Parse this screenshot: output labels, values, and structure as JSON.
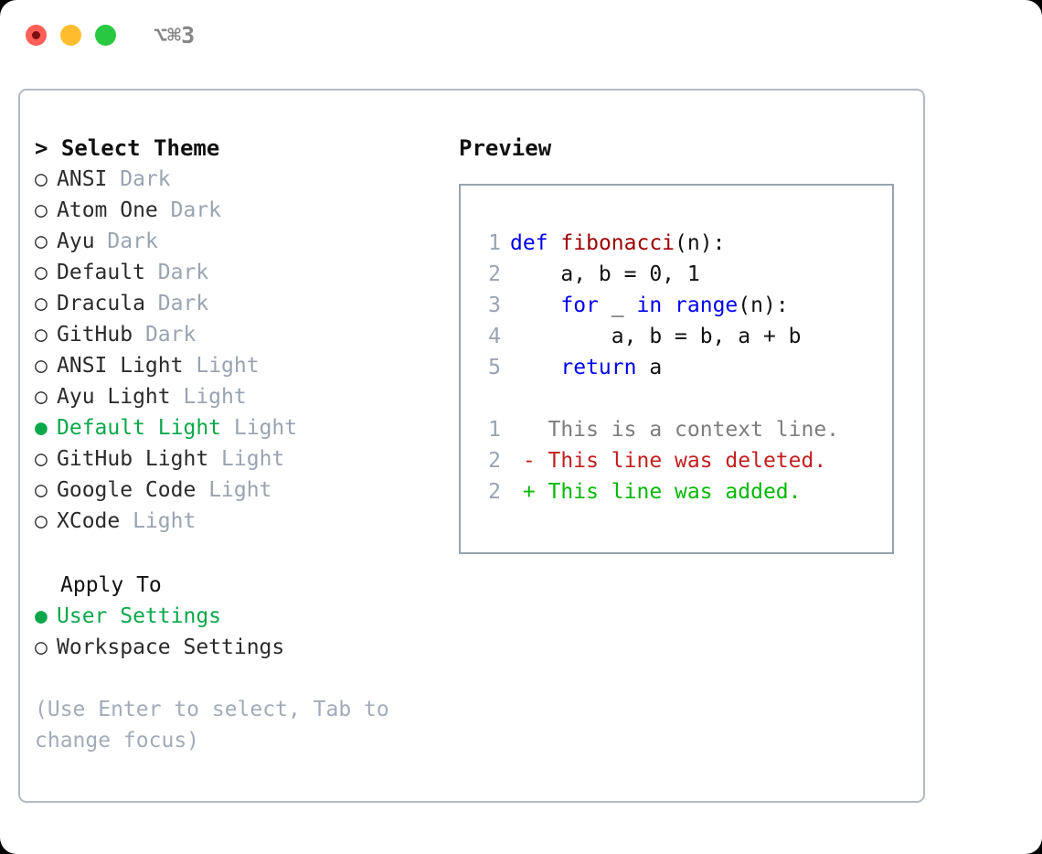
{
  "window": {
    "traffic_lights": [
      "close",
      "minimize",
      "zoom"
    ],
    "shortcut": "⌥⌘3"
  },
  "theme_picker": {
    "heading": "> Select Theme",
    "marker_selected": "●",
    "marker_unselected": "○",
    "items": [
      {
        "marker": "○",
        "label": "ANSI",
        "tag": "Dark",
        "selected": false
      },
      {
        "marker": "○",
        "label": "Atom One",
        "tag": "Dark",
        "selected": false
      },
      {
        "marker": "○",
        "label": "Ayu",
        "tag": "Dark",
        "selected": false
      },
      {
        "marker": "○",
        "label": "Default",
        "tag": "Dark",
        "selected": false
      },
      {
        "marker": "○",
        "label": "Dracula",
        "tag": "Dark",
        "selected": false
      },
      {
        "marker": "○",
        "label": "GitHub",
        "tag": "Dark",
        "selected": false
      },
      {
        "marker": "○",
        "label": "ANSI Light",
        "tag": "Light",
        "selected": false
      },
      {
        "marker": "○",
        "label": "Ayu Light",
        "tag": "Light",
        "selected": false
      },
      {
        "marker": "●",
        "label": "Default Light",
        "tag": "Light",
        "selected": true
      },
      {
        "marker": "○",
        "label": "GitHub Light",
        "tag": "Light",
        "selected": false
      },
      {
        "marker": "○",
        "label": "Google Code",
        "tag": "Light",
        "selected": false
      },
      {
        "marker": "○",
        "label": "XCode",
        "tag": "Light",
        "selected": false
      }
    ]
  },
  "apply_to": {
    "heading": "Apply To",
    "items": [
      {
        "marker": "●",
        "label": "User Settings",
        "selected": true
      },
      {
        "marker": "○",
        "label": "Workspace Settings",
        "selected": false
      }
    ]
  },
  "hint": "(Use Enter to select, Tab to change focus)",
  "preview": {
    "heading": "Preview",
    "code_lines": [
      {
        "num": "1",
        "tokens": [
          {
            "t": "def",
            "c": "kw"
          },
          {
            "t": " ",
            "c": "pl"
          },
          {
            "t": "fibonacci",
            "c": "fn"
          },
          {
            "t": "(n):",
            "c": "pl"
          }
        ]
      },
      {
        "num": "2",
        "tokens": [
          {
            "t": "    a, b = 0, 1",
            "c": "pl"
          }
        ]
      },
      {
        "num": "3",
        "tokens": [
          {
            "t": "    ",
            "c": "pl"
          },
          {
            "t": "for",
            "c": "kw"
          },
          {
            "t": " _ ",
            "c": "pl"
          },
          {
            "t": "in",
            "c": "kw"
          },
          {
            "t": " ",
            "c": "pl"
          },
          {
            "t": "range",
            "c": "kw"
          },
          {
            "t": "(n):",
            "c": "pl"
          }
        ]
      },
      {
        "num": "4",
        "tokens": [
          {
            "t": "        a, b = b, a + b",
            "c": "pl"
          }
        ]
      },
      {
        "num": "5",
        "tokens": [
          {
            "t": "    ",
            "c": "pl"
          },
          {
            "t": "return",
            "c": "kw"
          },
          {
            "t": " a",
            "c": "pl"
          }
        ]
      }
    ],
    "diff_lines": [
      {
        "num": "1",
        "sign": " ",
        "text": "This is a context line.",
        "kind": "ctx"
      },
      {
        "num": "2",
        "sign": "-",
        "text": "This line was deleted.",
        "kind": "del"
      },
      {
        "num": "2",
        "sign": "+",
        "text": "This line was added.",
        "kind": "add"
      }
    ]
  },
  "colors": {
    "accent_green": "#0aa84a",
    "diff_added": "#05b805",
    "diff_deleted": "#c21f1f",
    "keyword_blue": "#0000ee",
    "function_red": "#9b0000",
    "muted_gray": "#9aa3b0",
    "border_gray": "#b2bac6",
    "light_red": "#ff5f57",
    "light_yellow": "#ffbd2e",
    "light_green": "#28c840"
  }
}
